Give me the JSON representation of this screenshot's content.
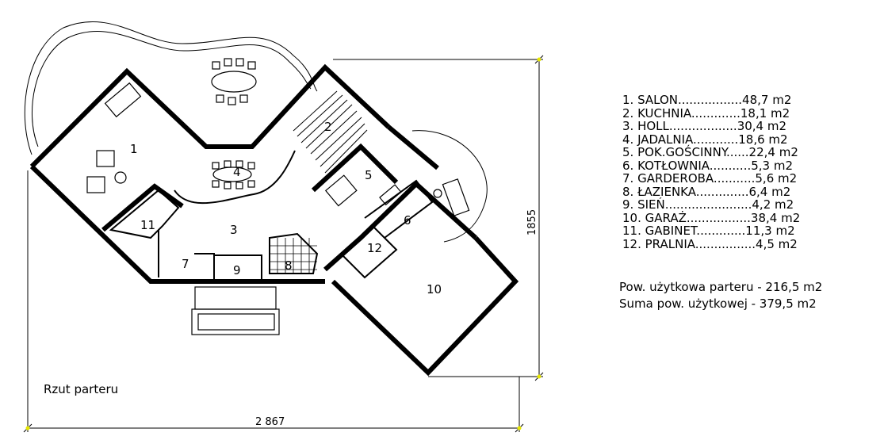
{
  "plan": {
    "caption": "Rzut  parteru",
    "dim_width": "2 867",
    "dim_height": "1855",
    "room_numbers": [
      "1",
      "2",
      "3",
      "4",
      "5",
      "6",
      "7",
      "8",
      "9",
      "10",
      "11",
      "12"
    ]
  },
  "rooms_legend": [
    "1. SALON.................48,7 m2",
    "2. KUCHNIA.............18,1 m2",
    "3. HOLL..................30,4 m2",
    "4. JADALNIA............18,6 m2",
    "5. POK.GOŚCINNY......22,4 m2",
    "6. KOTŁOWNIA...........5,3 m2",
    "7. GARDEROBA...........5,6 m2",
    "8. ŁAZIENKA..............6,4 m2",
    "9. SIEŃ.......................4,2 m2",
    "10. GARAŻ.................38,4 m2",
    "11. GABINET.............11,3 m2",
    "12. PRALNIA................4,5 m2"
  ],
  "summary": [
    "Pow. użytkowa parteru - 216,5 m2",
    "Suma pow. użytkowej - 379,5 m2"
  ],
  "colors": {
    "line": "#000000",
    "wall": "#000000",
    "marker": "#e8e800",
    "background": "#ffffff"
  }
}
